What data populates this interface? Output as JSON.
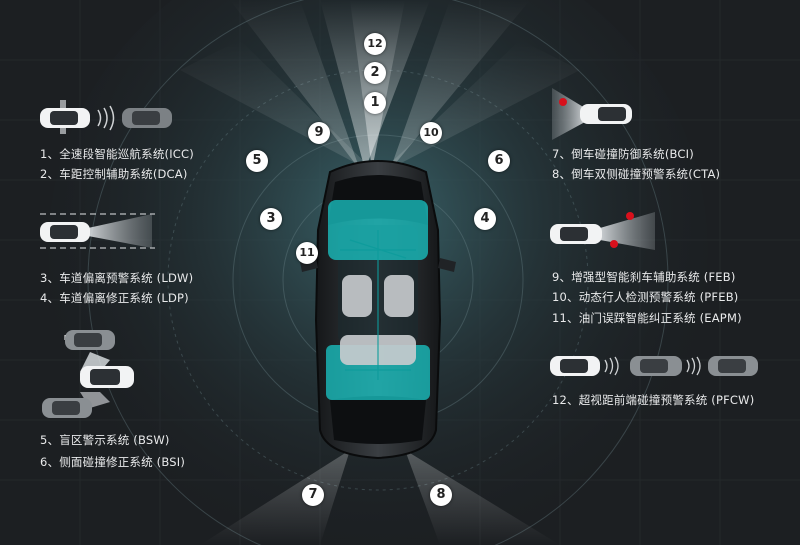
{
  "features": {
    "left": [
      {
        "label": "1、全速段智能巡航系统(ICC)"
      },
      {
        "label": "2、车距控制辅助系统(DCA)"
      },
      {
        "label": "3、车道偏离预警系统 (LDW)"
      },
      {
        "label": "4、车道偏离修正系统 (LDP)"
      },
      {
        "label": "5、盲区警示系统 (BSW)"
      },
      {
        "label": "6、侧面碰撞修正系统 (BSI)"
      }
    ],
    "right": [
      {
        "label": "7、倒车碰撞防御系统(BCI)"
      },
      {
        "label": "8、倒车双侧碰撞预警系统(CTA)"
      },
      {
        "label": "9、增强型智能刹车辅助系统 (FEB)"
      },
      {
        "label": "10、动态行人检测预警系统 (PFEB)"
      },
      {
        "label": "11、油门误踩智能纠正系统 (EAPM)"
      },
      {
        "label": "12、超视距前端碰撞预警系统 (PFCW)"
      }
    ]
  },
  "badges": [
    "1",
    "2",
    "3",
    "4",
    "5",
    "6",
    "7",
    "8",
    "9",
    "10",
    "11",
    "12"
  ],
  "colors": {
    "background": "#1c1f22",
    "accent_cyan": "#19c7c7",
    "warning_red": "#d8101c",
    "text": "#e9eaeb"
  }
}
